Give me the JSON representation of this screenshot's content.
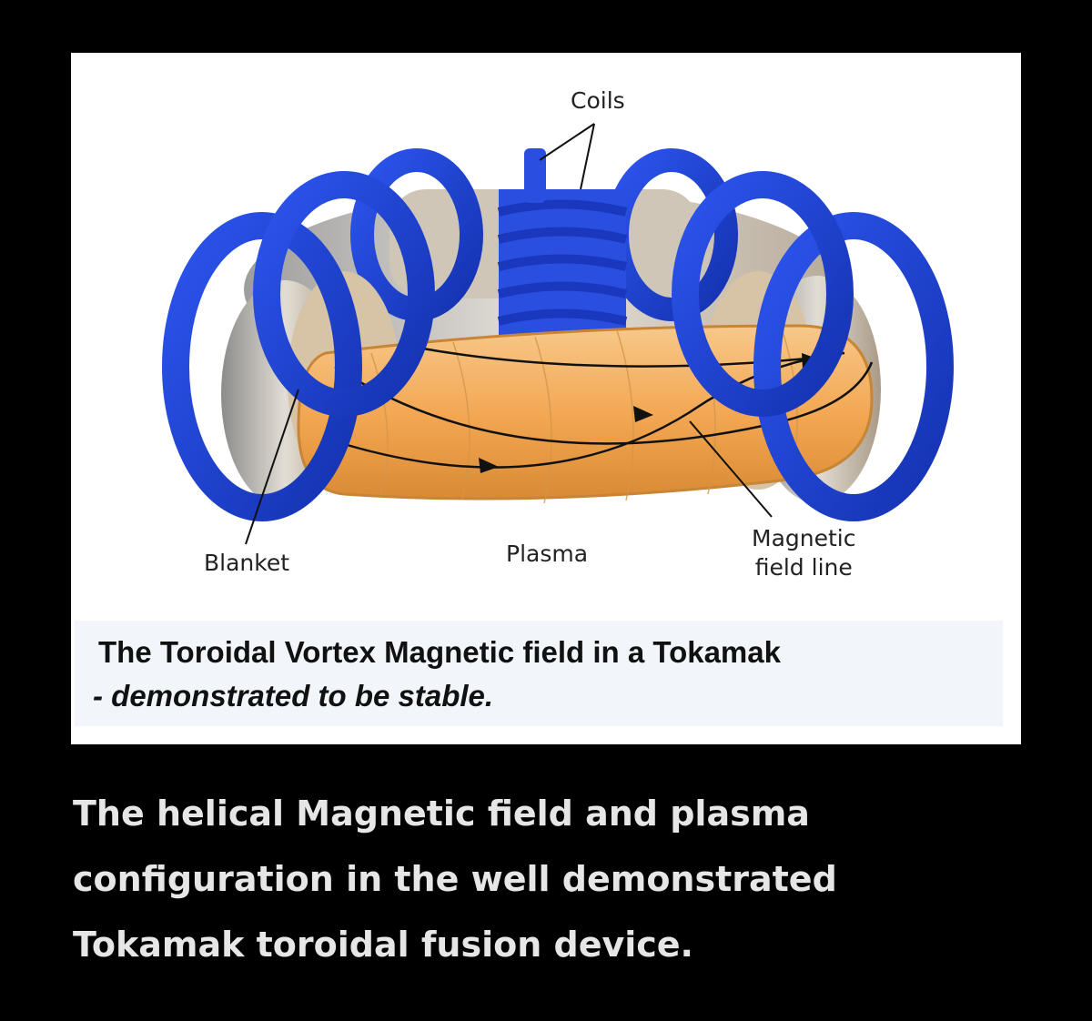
{
  "diagram": {
    "labels": {
      "coils": "Coils",
      "blanket": "Blanket",
      "plasma": "Plasma",
      "magnetic_line1": "Magnetic",
      "magnetic_line2": "field line"
    },
    "caption": {
      "title": "The Toroidal Vortex Magnetic field in a Tokamak",
      "subtitle": "- demonstrated to be stable."
    },
    "colors": {
      "coil": "#1f3fd0",
      "plasma": "#f2a550",
      "blanket": "#c8b8a0"
    }
  },
  "post": {
    "lines": [
      "The helical Magnetic field and plasma",
      "configuration in the well demonstrated",
      "Tokamak toroidal fusion device."
    ]
  }
}
